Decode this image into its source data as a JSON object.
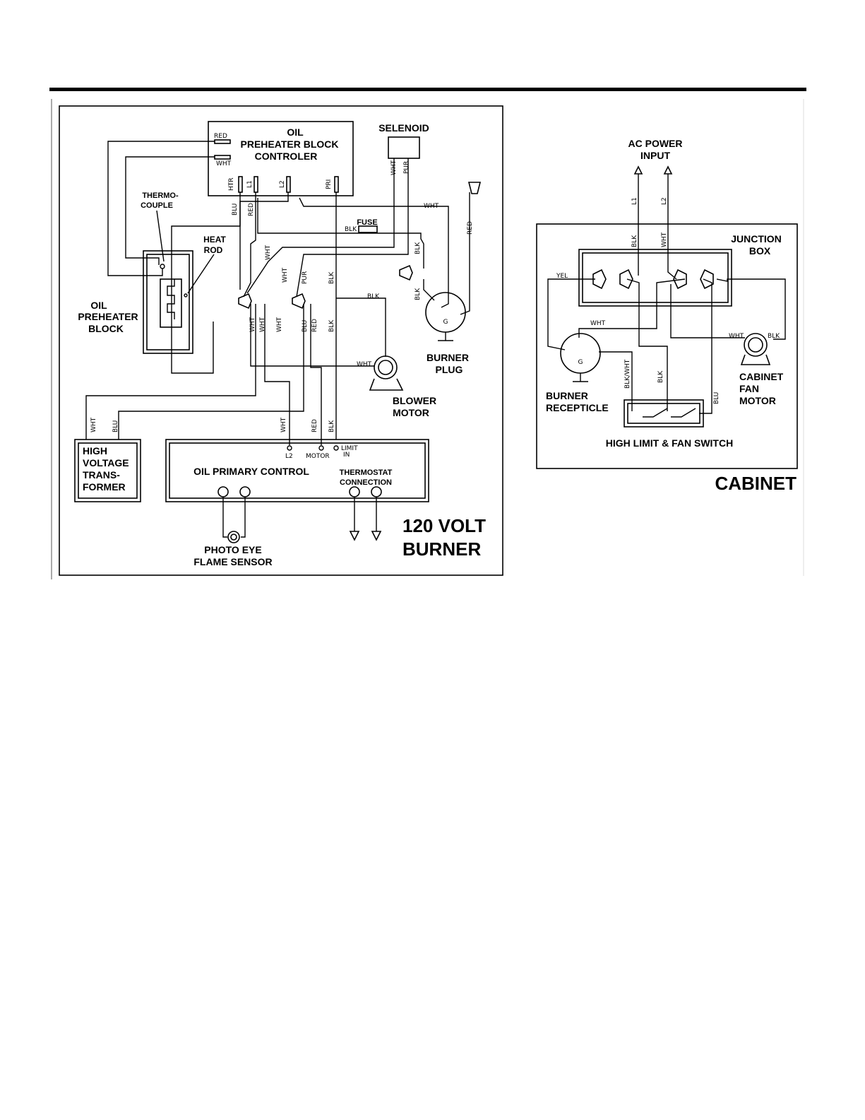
{
  "burner": {
    "title_line1": "120 VOLT",
    "title_line2": "BURNER",
    "oil_preheater_controller": {
      "line1": "OIL",
      "line2": "PREHEATER BLOCK",
      "line3": "CONTROLER",
      "red": "RED",
      "wht": "WHT",
      "htr": "HTR",
      "l1": "L1",
      "l2": "L2",
      "pri": "PRI"
    },
    "selenoid": "SELENOID",
    "thermocouple": {
      "line1": "THERMO-",
      "line2": "COUPLE"
    },
    "heat_rod": {
      "line1": "HEAT",
      "line2": "ROD"
    },
    "oil_preheater_block": {
      "line1": "OIL",
      "line2": "PREHEATER",
      "line3": "BLOCK"
    },
    "fuse": "FUSE",
    "burner_plug": {
      "line1": "BURNER",
      "line2": "PLUG"
    },
    "blower_motor": {
      "line1": "BLOWER",
      "line2": "MOTOR"
    },
    "hv_transformer": {
      "line1": "HIGH",
      "line2": "VOLTAGE",
      "line3": "TRANS-",
      "line4": "FORMER"
    },
    "oil_primary_control": "OIL PRIMARY CONTROL",
    "thermostat": {
      "line1": "THERMOSTAT",
      "line2": "CONNECTION"
    },
    "terminals": {
      "l2": "L2",
      "motor": "MOTOR",
      "limit_line1": "LIMIT",
      "limit_line2": "IN"
    },
    "photo_eye": {
      "line1": "PHOTO EYE",
      "line2": "FLAME SENSOR"
    },
    "wire_labels": {
      "wht": "WHT",
      "blu": "BLU",
      "red": "RED",
      "blk": "BLK",
      "pur": "PUR"
    }
  },
  "cabinet": {
    "title": "CABINET",
    "ac_power": {
      "line1": "AC POWER",
      "line2": "INPUT"
    },
    "l1": "L1",
    "l2": "L2",
    "junction_box": {
      "line1": "JUNCTION",
      "line2": "BOX"
    },
    "burner_receptacle": {
      "line1": "BURNER",
      "line2": "RECEPTICLE"
    },
    "cabinet_fan_motor": {
      "line1": "CABINET",
      "line2": "FAN",
      "line3": "MOTOR"
    },
    "high_limit_switch": "HIGH LIMIT & FAN SWITCH",
    "wire_labels": {
      "yel": "YEL",
      "blk": "BLK",
      "wht": "WHT",
      "blkwht": "BLK/WHT",
      "blu": "BLU"
    }
  }
}
